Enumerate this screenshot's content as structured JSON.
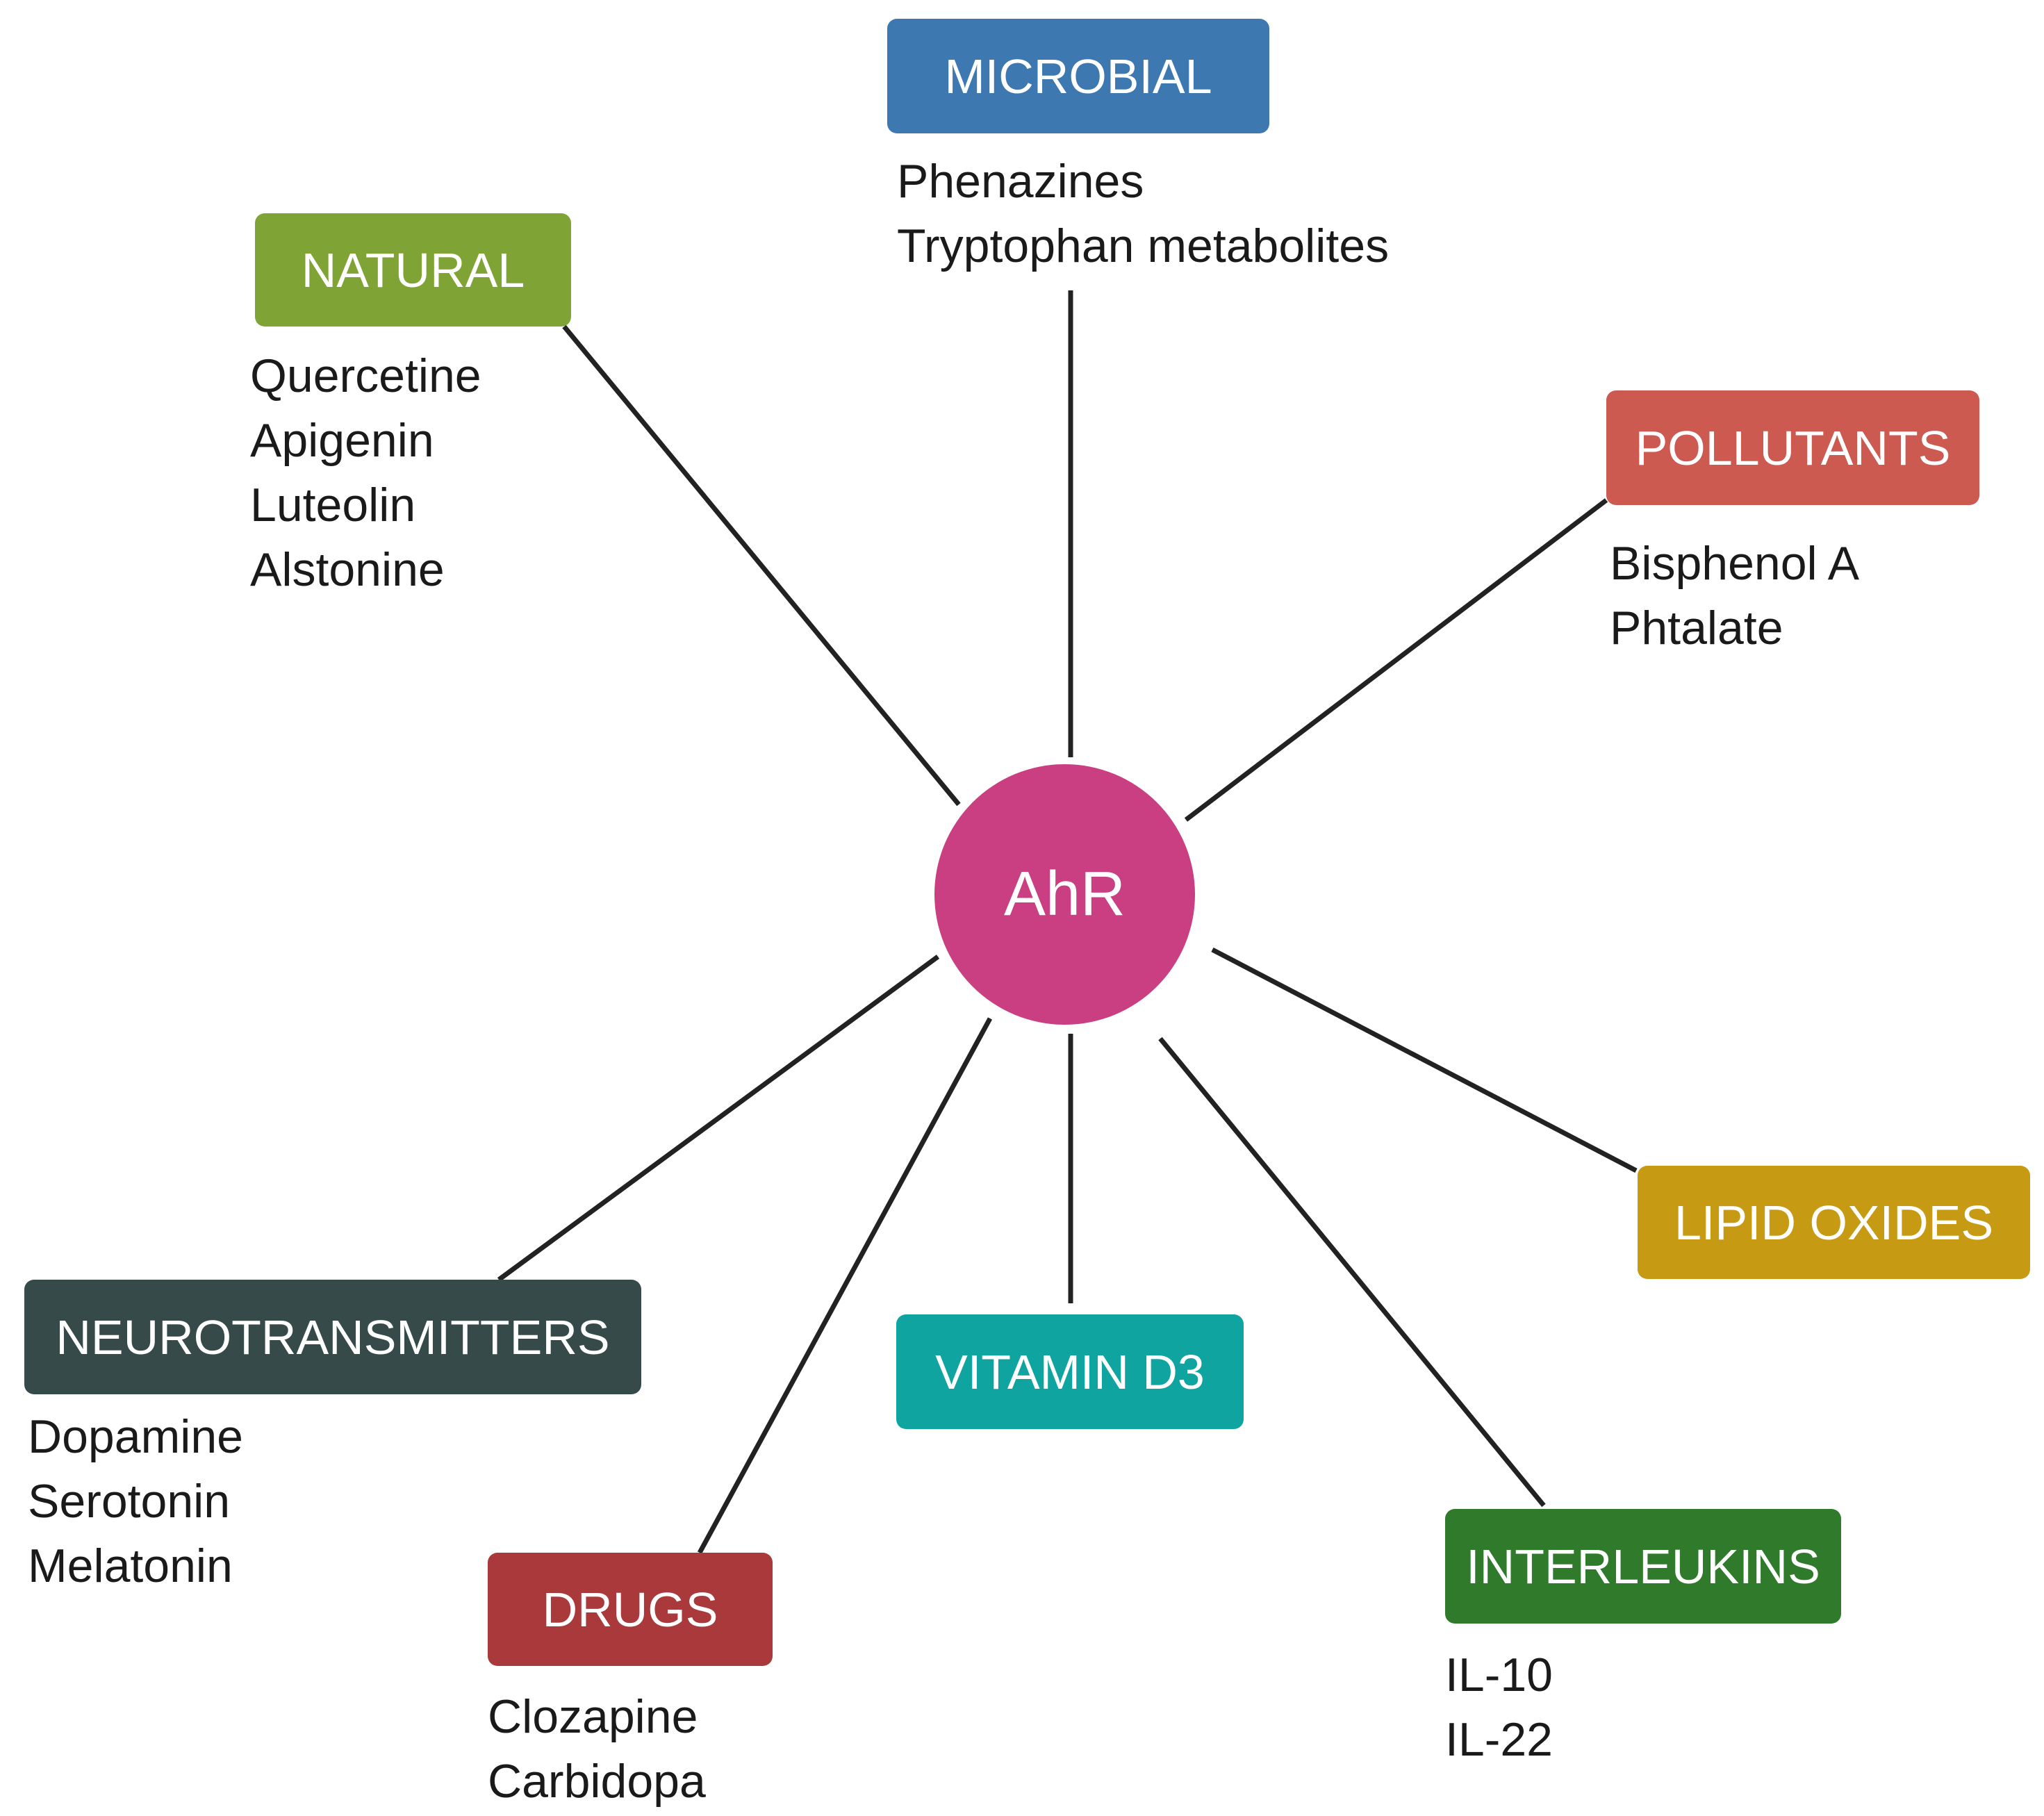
{
  "hub": {
    "label": "AhR",
    "color": "#c93f82"
  },
  "arrow_color": "#222222",
  "categories": {
    "microbial": {
      "label": "MICROBIAL",
      "color": "#3d79b0",
      "items": [
        "Phenazines",
        "Tryptophan metabolites"
      ]
    },
    "natural": {
      "label": "NATURAL",
      "color": "#7fa435",
      "items": [
        "Quercetine",
        "Apigenin",
        "Luteolin",
        "Alstonine"
      ]
    },
    "pollutants": {
      "label": "POLLUTANTS",
      "color": "#cd5a50",
      "items": [
        "Bisphenol A",
        "Phtalate"
      ]
    },
    "lipid_oxides": {
      "label": "LIPID OXIDES",
      "color": "#c79a13",
      "items": []
    },
    "neurotransmitters": {
      "label": "NEUROTRANSMITTERS",
      "color": "#364a49",
      "items": [
        "Dopamine",
        "Serotonin",
        "Melatonin"
      ]
    },
    "vitamin_d3": {
      "label": "VITAMIN D3",
      "color": "#0fa4a0",
      "items": []
    },
    "drugs": {
      "label": "DRUGS",
      "color": "#a9393a",
      "items": [
        "Clozapine",
        "Carbidopa"
      ]
    },
    "interleukins": {
      "label": "INTERLEUKINS",
      "color": "#2f7a2b",
      "items": [
        "IL-10",
        "IL-22"
      ]
    }
  },
  "connections": [
    {
      "from": "natural",
      "to": "hub",
      "direction": "to-hub"
    },
    {
      "from": "microbial",
      "to": "hub",
      "direction": "to-hub"
    },
    {
      "from": "pollutants",
      "to": "hub",
      "direction": "to-hub"
    },
    {
      "from": "lipid_oxides",
      "to": "hub",
      "direction": "to-hub"
    },
    {
      "from": "interleukins",
      "to": "hub",
      "direction": "to-hub"
    },
    {
      "from": "vitamin_d3",
      "to": "hub",
      "direction": "bidirectional"
    },
    {
      "from": "drugs",
      "to": "hub",
      "direction": "to-hub"
    },
    {
      "from": "neurotransmitters",
      "to": "hub",
      "direction": "to-hub"
    }
  ]
}
